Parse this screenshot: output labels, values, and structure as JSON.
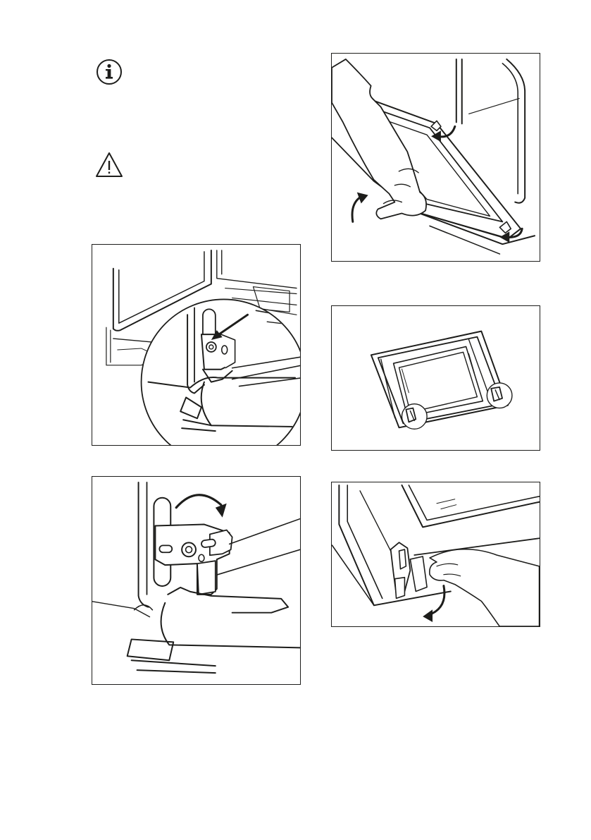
{
  "page": {
    "notes": [
      {
        "icon": "info-icon",
        "text": ""
      },
      {
        "icon": "warning-icon",
        "text": ""
      }
    ],
    "figures": [
      {
        "id": "door-hinge-clamp",
        "caption": ""
      },
      {
        "id": "hinge-lever-rotate",
        "caption": ""
      },
      {
        "id": "door-lift-out",
        "caption": ""
      },
      {
        "id": "door-on-flat-surface",
        "caption": ""
      },
      {
        "id": "door-trim-release",
        "caption": ""
      }
    ]
  },
  "colors": {
    "ink": "#1d1d1b",
    "paper": "#ffffff"
  }
}
